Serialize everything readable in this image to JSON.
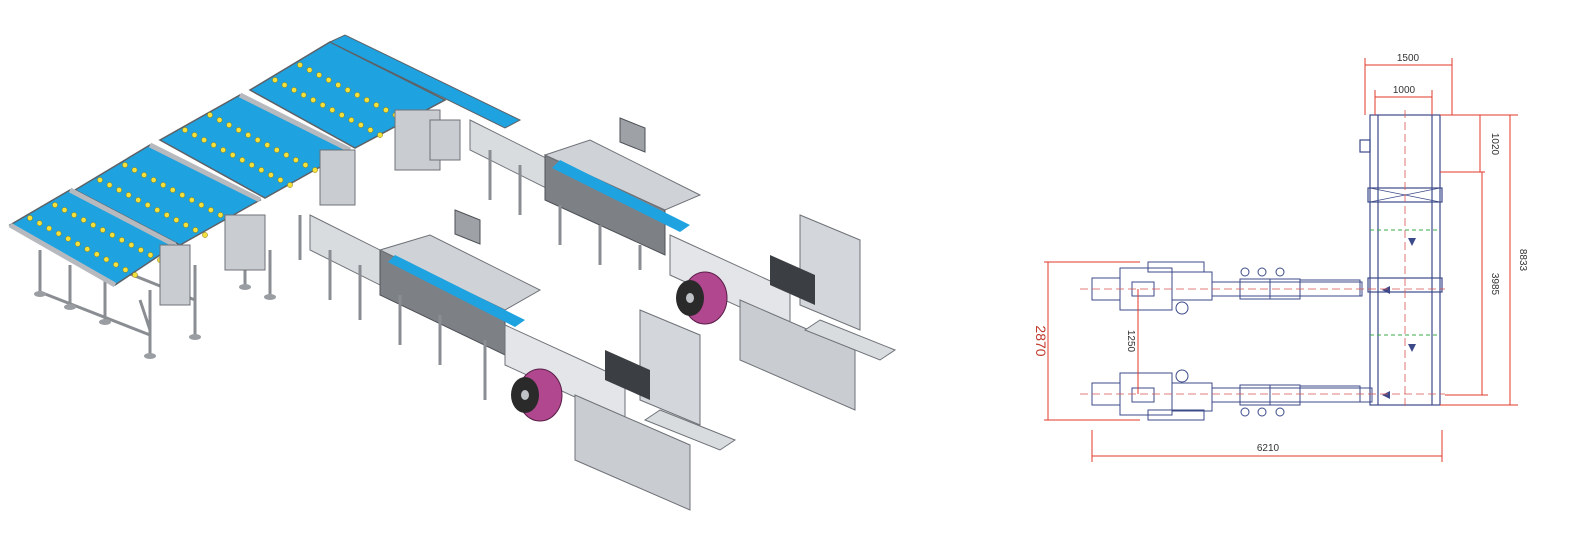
{
  "colors": {
    "belt": "#1fa3e0",
    "product": "#f2e03c",
    "machine": "#d9dcdf",
    "machine_dark": "#7d8186",
    "film_roll": "#b0478f",
    "dimension_line": "#e0392b",
    "outline": "#3c4a8a",
    "center_line": "#d9534f",
    "green_mark": "#3aa84a"
  },
  "iso_view": {
    "conveyor_rows": [
      12,
      12,
      12,
      12
    ],
    "packers": 2
  },
  "plan_view": {
    "dimensions": {
      "top_outer": "1500",
      "top_inner": "1000",
      "first_section": "1020",
      "total_length": "8833",
      "middle_section": "3985",
      "left_total": "2870",
      "lane_spacing": "1250",
      "bottom_total": "6210"
    }
  }
}
